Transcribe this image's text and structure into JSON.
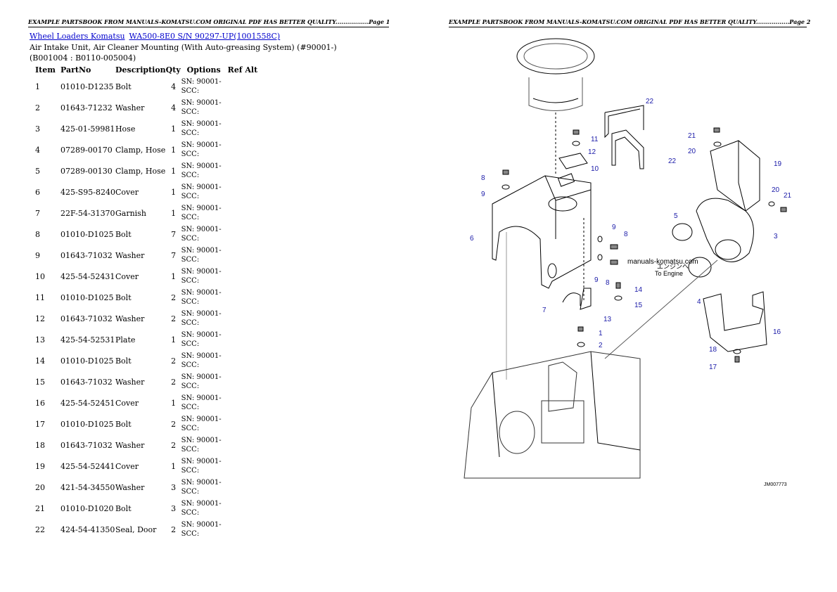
{
  "header": {
    "left": "EXAMPLE PARTSBOOK FROM MANUALS-KOMATSU.COM ORIGINAL PDF HAS BETTER QUALITY.................Page 1",
    "right": "EXAMPLE PARTSBOOK FROM MANUALS-KOMATSU.COM ORIGINAL PDF HAS BETTER QUALITY.................Page 2"
  },
  "breadcrumb": {
    "link1": "Wheel Loaders Komatsu",
    "link2": "WA500-8E0 S/N 90297-UP(1001558C)"
  },
  "title": "Air Intake Unit, Air Cleaner Mounting (With Auto-greasing System) (#90001-)(B001004 : B0110-005004)",
  "table": {
    "headers": {
      "item": "Item",
      "partno": "PartNo",
      "description": "Description",
      "qty": "Qty",
      "options": "Options",
      "refalt": "Ref Alt"
    },
    "rows": [
      {
        "item": "1",
        "partno": "01010-D1235",
        "desc": "Bolt",
        "qty": "4",
        "opt": "SN: 90001-SCC:"
      },
      {
        "item": "2",
        "partno": "01643-71232",
        "desc": "Washer",
        "qty": "4",
        "opt": "SN: 90001-SCC:"
      },
      {
        "item": "3",
        "partno": "425-01-59981",
        "desc": "Hose",
        "qty": "1",
        "opt": "SN: 90001-SCC:"
      },
      {
        "item": "4",
        "partno": "07289-00170",
        "desc": "Clamp, Hose",
        "qty": "1",
        "opt": "SN: 90001-SCC:"
      },
      {
        "item": "5",
        "partno": "07289-00130",
        "desc": "Clamp, Hose",
        "qty": "1",
        "opt": "SN: 90001-SCC:"
      },
      {
        "item": "6",
        "partno": "425-S95-8240",
        "desc": "Cover",
        "qty": "1",
        "opt": "SN: 90001-SCC:"
      },
      {
        "item": "7",
        "partno": "22F-54-31370",
        "desc": "Garnish",
        "qty": "1",
        "opt": "SN: 90001-SCC:"
      },
      {
        "item": "8",
        "partno": "01010-D1025",
        "desc": "Bolt",
        "qty": "7",
        "opt": "SN: 90001-SCC:"
      },
      {
        "item": "9",
        "partno": "01643-71032",
        "desc": "Washer",
        "qty": "7",
        "opt": "SN: 90001-SCC:"
      },
      {
        "item": "10",
        "partno": "425-54-52431",
        "desc": "Cover",
        "qty": "1",
        "opt": "SN: 90001-SCC:"
      },
      {
        "item": "11",
        "partno": "01010-D1025",
        "desc": "Bolt",
        "qty": "2",
        "opt": "SN: 90001-SCC:"
      },
      {
        "item": "12",
        "partno": "01643-71032",
        "desc": "Washer",
        "qty": "2",
        "opt": "SN: 90001-SCC:"
      },
      {
        "item": "13",
        "partno": "425-54-52531",
        "desc": "Plate",
        "qty": "1",
        "opt": "SN: 90001-SCC:"
      },
      {
        "item": "14",
        "partno": "01010-D1025",
        "desc": "Bolt",
        "qty": "2",
        "opt": "SN: 90001-SCC:"
      },
      {
        "item": "15",
        "partno": "01643-71032",
        "desc": "Washer",
        "qty": "2",
        "opt": "SN: 90001-SCC:"
      },
      {
        "item": "16",
        "partno": "425-54-52451",
        "desc": "Cover",
        "qty": "1",
        "opt": "SN: 90001-SCC:"
      },
      {
        "item": "17",
        "partno": "01010-D1025",
        "desc": "Bolt",
        "qty": "2",
        "opt": "SN: 90001-SCC:"
      },
      {
        "item": "18",
        "partno": "01643-71032",
        "desc": "Washer",
        "qty": "2",
        "opt": "SN: 90001-SCC:"
      },
      {
        "item": "19",
        "partno": "425-54-52441",
        "desc": "Cover",
        "qty": "1",
        "opt": "SN: 90001-SCC:"
      },
      {
        "item": "20",
        "partno": "421-54-34550",
        "desc": "Washer",
        "qty": "3",
        "opt": "SN: 90001-SCC:"
      },
      {
        "item": "21",
        "partno": "01010-D1020",
        "desc": "Bolt",
        "qty": "3",
        "opt": "SN: 90001-SCC:"
      },
      {
        "item": "22",
        "partno": "424-54-41350",
        "desc": "Seal, Door",
        "qty": "2",
        "opt": "SN: 90001-SCC:"
      }
    ]
  },
  "diagram": {
    "watermark": "manuals-komatsu.com",
    "engine_label_jp": "エンジンへ",
    "engine_label": "To Engine",
    "code": "JM007773",
    "callouts": [
      "22",
      "11",
      "12",
      "10",
      "22",
      "8",
      "9",
      "6",
      "21",
      "20",
      "19",
      "20",
      "21",
      "5",
      "3",
      "9",
      "8",
      "9",
      "8",
      "14",
      "15",
      "4",
      "7",
      "13",
      "1",
      "2",
      "16",
      "18",
      "17"
    ],
    "callout_color": "#1a1aa8"
  }
}
